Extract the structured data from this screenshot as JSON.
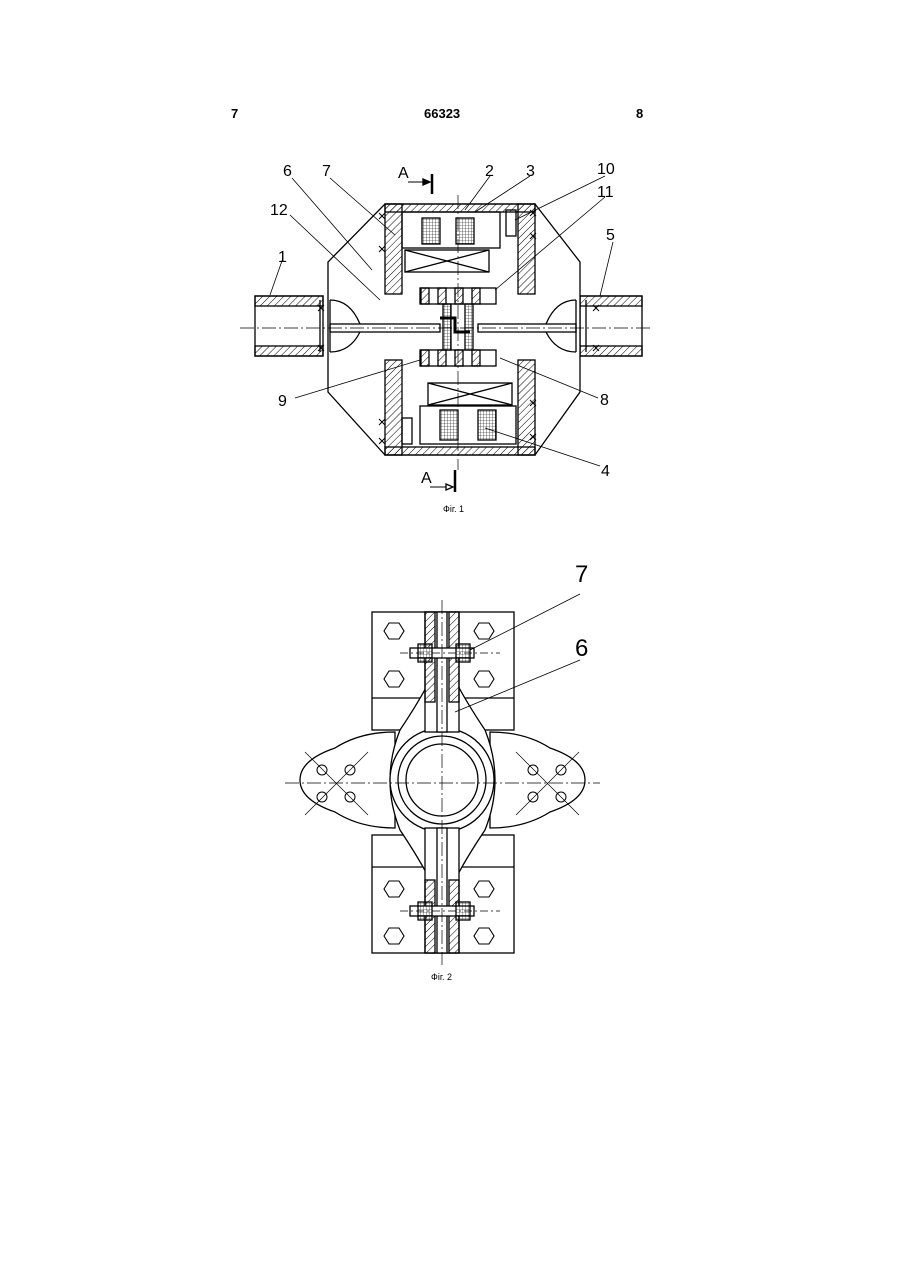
{
  "header": {
    "left_page": "7",
    "patent_number": "66323",
    "right_page": "8"
  },
  "figure1": {
    "caption": "Фіг. 1",
    "section_mark": "А",
    "labels": {
      "l1": "1",
      "l2": "2",
      "l3": "3",
      "l4": "4",
      "l5": "5",
      "l6": "6",
      "l7": "7",
      "l8": "8",
      "l9": "9",
      "l10": "10",
      "l11": "11",
      "l12": "12"
    }
  },
  "figure2": {
    "caption": "Фіг. 2",
    "labels": {
      "l6": "6",
      "l7": "7"
    }
  }
}
